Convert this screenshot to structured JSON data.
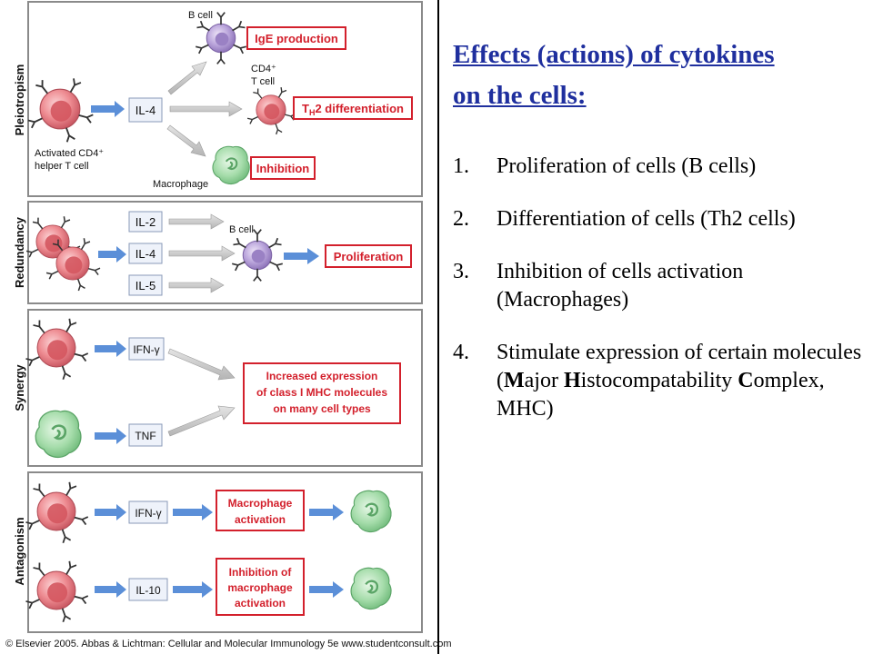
{
  "figure": {
    "sections": [
      {
        "label": "Pleiotropism"
      },
      {
        "label": "Redundancy"
      },
      {
        "label": "Synergy"
      },
      {
        "label": "Antagonism"
      }
    ],
    "pleiotropism": {
      "cell_label_line1": "Activated CD4⁺",
      "cell_label_line2": "helper T cell",
      "cytokine": "IL-4",
      "bcell_label": "B cell",
      "tcell_label_line1": "CD4⁺",
      "tcell_label_line2": "T cell",
      "macrophage_label": "Macrophage",
      "effect_1": "IgE production",
      "effect_2_prefix": "T",
      "effect_2_sub": "H",
      "effect_2_suffix": "2 differentiation",
      "effect_3": "Inhibition"
    },
    "redundancy": {
      "cytokines": [
        "IL-2",
        "IL-4",
        "IL-5"
      ],
      "bcell_label": "B cell",
      "effect": "Proliferation"
    },
    "synergy": {
      "cytokine_1": "IFN-γ",
      "cytokine_2": "TNF",
      "effect_line1": "Increased expression",
      "effect_line2": "of class I MHC molecules",
      "effect_line3": "on many cell types"
    },
    "antagonism": {
      "cytokine_1": "IFN-γ",
      "effect_1_line1": "Macrophage",
      "effect_1_line2": "activation",
      "cytokine_2": "IL-10",
      "effect_2_line1": "Inhibition of",
      "effect_2_line2": "macrophage",
      "effect_2_line3": "activation"
    },
    "caption": "© Elsevier 2005. Abbas & Lichtman: Cellular and Molecular Immunology 5e www.studentconsult.com"
  },
  "text_panel": {
    "heading_line1": "Effects (actions) of cytokines",
    "heading_line2": "on the cells:",
    "items": [
      {
        "number": "1.",
        "text": "Proliferation of cells (B cells)"
      },
      {
        "number": "2.",
        "text": "Differentiation of cells (Th2 cells)"
      },
      {
        "number": "3.",
        "text": "Inhibition of cells activation (Macrophages)"
      },
      {
        "number": "4.",
        "text_parts": [
          "Stimulate expression of certain molecules (",
          "M",
          "ajor ",
          "H",
          "istocompatability ",
          "C",
          "omplex, MHC)"
        ]
      }
    ]
  },
  "colors": {
    "heading": "#1f2f9e",
    "effect_border": "#d3202c",
    "effect_text": "#d3202c",
    "arrow_blue": "#5b8fd8",
    "arrow_gray": "#c6c6c6",
    "panel_border": "#8a8a8a",
    "tcell": "#e8808a",
    "bcell": "#b8a2d8",
    "macrophage": "#9ed9a6"
  }
}
